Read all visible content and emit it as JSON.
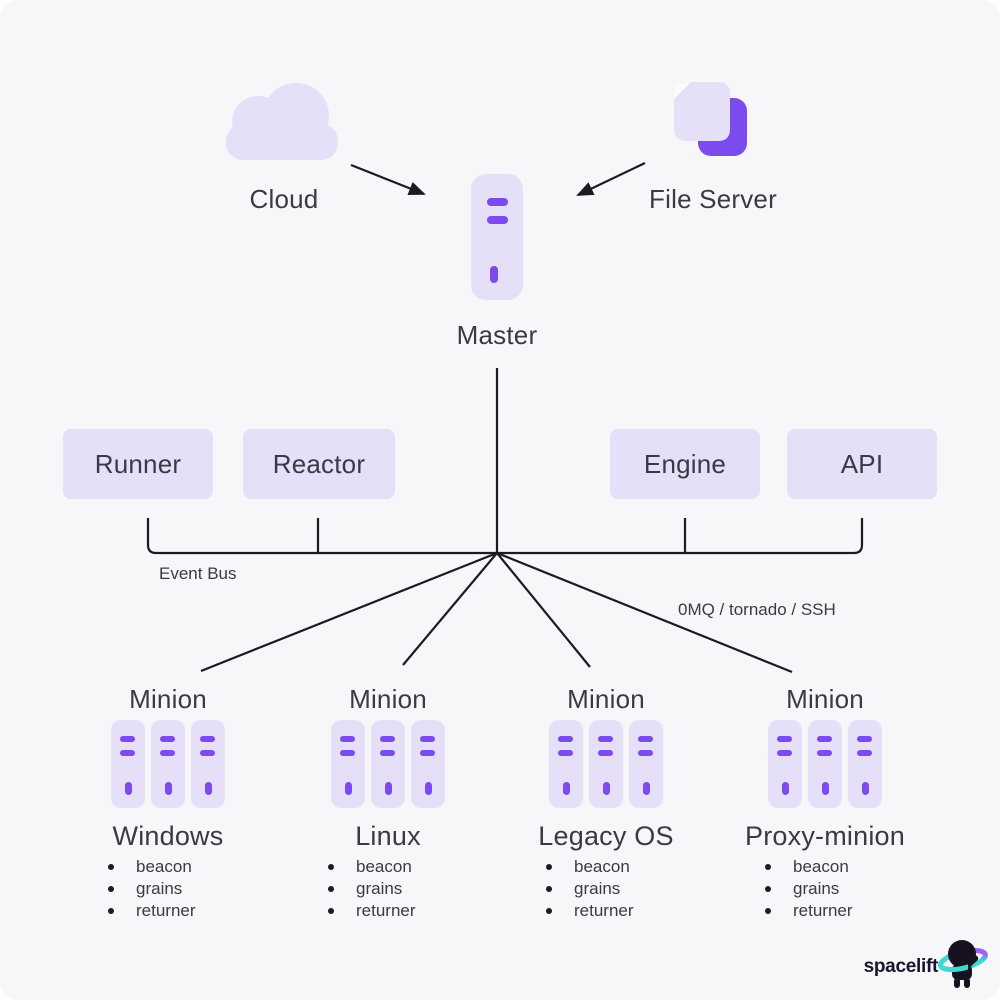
{
  "canvas": {
    "background": "#F7F7FA"
  },
  "colors": {
    "accent_purple": "#7B4BEE",
    "lavender": "#E5DFF8",
    "text_dark": "#3A3A44",
    "line": "#1B1B24",
    "logo_navy": "#16152B",
    "ring_teal": "#3FD9CF",
    "ring_purple": "#9A63F8"
  },
  "icons": {
    "cloud": "cloud-icon",
    "file_server": "files-icon",
    "master": "server-tower-icon",
    "minion": "server-tower-icon",
    "logo_mascot": "astronaut-icon"
  },
  "sources": {
    "cloud": {
      "label": "Cloud"
    },
    "file_server": {
      "label": "File Server"
    }
  },
  "master": {
    "label": "Master"
  },
  "modules": [
    {
      "label": "Runner"
    },
    {
      "label": "Reactor"
    },
    {
      "label": "Engine"
    },
    {
      "label": "API"
    }
  ],
  "event_bus": {
    "label": "Event Bus"
  },
  "protocol": {
    "label": "0MQ / tornado / SSH"
  },
  "minions": [
    {
      "heading": "Minion",
      "os": "Windows",
      "features": [
        "beacon",
        "grains",
        "returner"
      ]
    },
    {
      "heading": "Minion",
      "os": "Linux",
      "features": [
        "beacon",
        "grains",
        "returner"
      ]
    },
    {
      "heading": "Minion",
      "os": "Legacy OS",
      "features": [
        "beacon",
        "grains",
        "returner"
      ]
    },
    {
      "heading": "Minion",
      "os": "Proxy-minion",
      "features": [
        "beacon",
        "grains",
        "returner"
      ]
    }
  ],
  "logo": {
    "text": "spacelift"
  }
}
